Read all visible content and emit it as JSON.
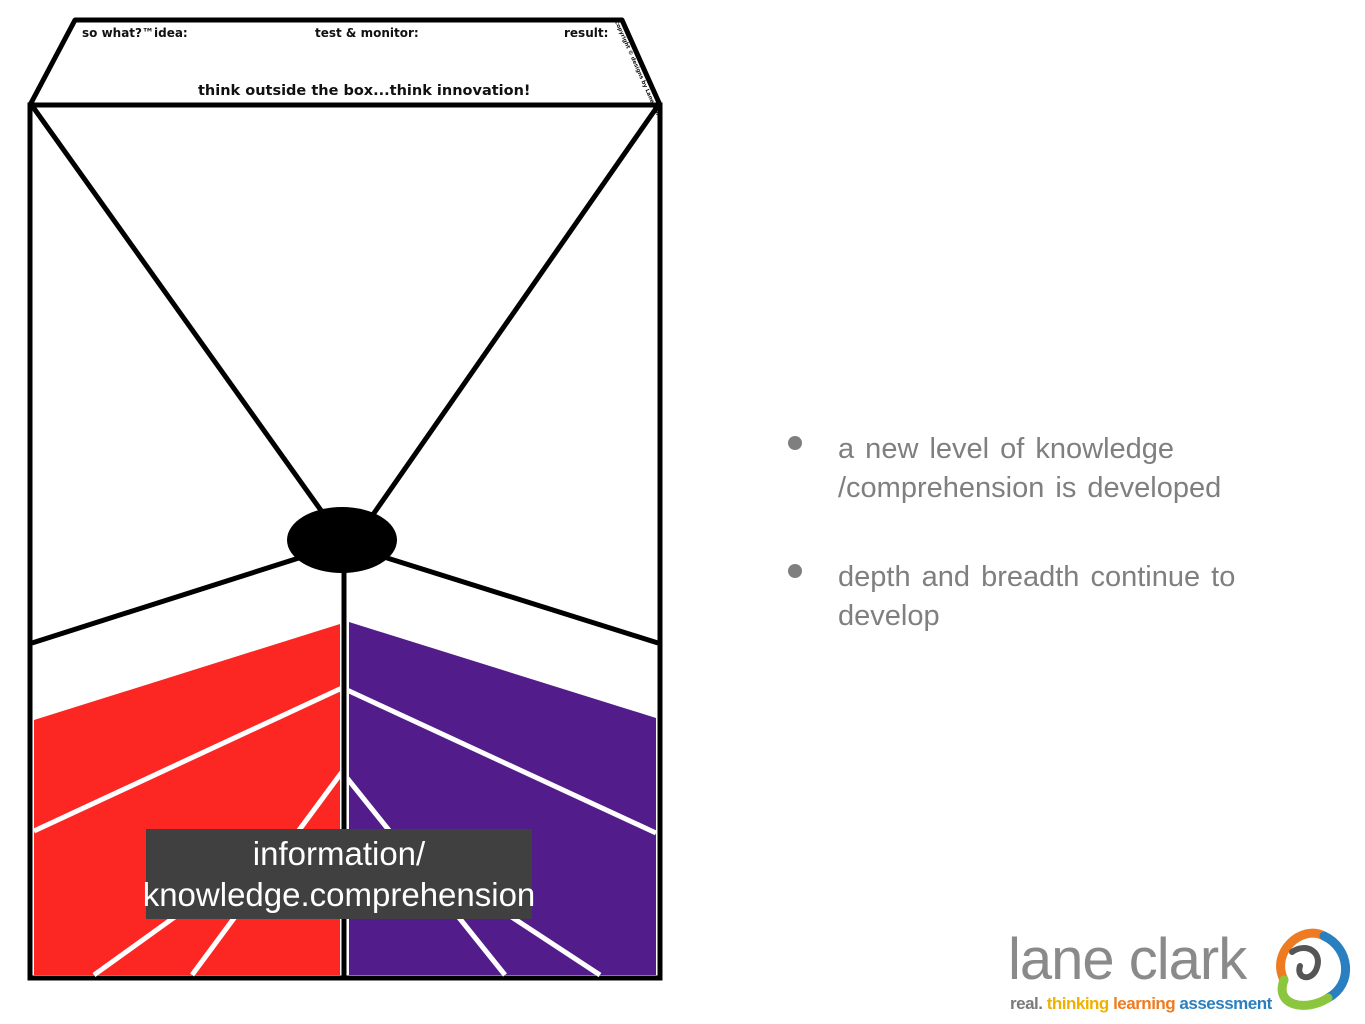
{
  "diagram": {
    "header": {
      "col1": "so what?™idea:",
      "col2": "test & monitor:",
      "col3": "result:",
      "banner": "think outside the box...think innovation!",
      "side_note": "copyright © designs by Lane Clark"
    },
    "caption": {
      "line1": "information/",
      "line2": "knowledge.comprehension"
    },
    "colors": {
      "left_band": "#fc2623",
      "right_band": "#521c8a",
      "outline": "#000000"
    }
  },
  "bullets": [
    {
      "line1": "a new level of knowledge",
      "line2": "/comprehension is developed"
    },
    {
      "line1": "depth and breadth continue to",
      "line2": "develop"
    }
  ],
  "logo": {
    "name": "lane clark",
    "tagline": {
      "part1": "real.",
      "part2": "thinking",
      "part3": "learning",
      "part4": "assessment"
    },
    "colors": {
      "real": "#7a7a7a",
      "thinking": "#f0b000",
      "learning": "#ee7b22",
      "assessment": "#2a7fc0"
    }
  }
}
